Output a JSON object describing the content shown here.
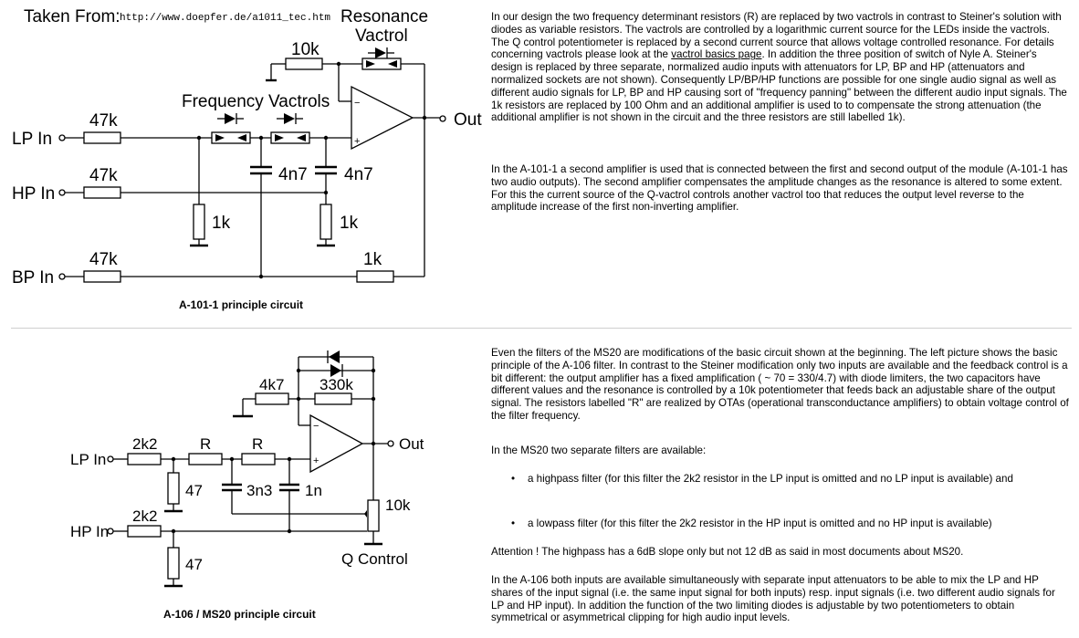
{
  "header": {
    "taken_from_label": "Taken From:",
    "source_url": "http://www.doepfer.de/a1011_tec.htm"
  },
  "diagram1": {
    "caption": "A-101-1 principle circuit",
    "labels": {
      "resonance": "Resonance",
      "vactrol": "Vactrol",
      "frequency_vactrols": "Frequency Vactrols",
      "feedback_resistor": "10k",
      "out": "Out",
      "lp_in": "LP In",
      "hp_in": "HP In",
      "bp_in": "BP In",
      "r_lp": "47k",
      "r_hp": "47k",
      "r_bp": "47k",
      "cap1": "4n7",
      "cap2": "4n7",
      "r_shunt1": "1k",
      "r_shunt2": "1k",
      "r_bp_out": "1k",
      "opamp_minus": "−",
      "opamp_plus": "+"
    }
  },
  "diagram2": {
    "caption": "A-106 / MS20 principle circuit",
    "labels": {
      "r_4k7": "4k7",
      "r_330k": "330k",
      "out": "Out",
      "lp_in": "LP In",
      "hp_in": "HP In",
      "r_2k2_lp": "2k2",
      "r_2k2_hp": "2k2",
      "r_a": "R",
      "r_b": "R",
      "r_47_a": "47",
      "r_47_b": "47",
      "cap_3n3": "3n3",
      "cap_1n": "1n",
      "pot_10k": "10k",
      "q_control": "Q Control",
      "opamp_minus": "−",
      "opamp_plus": "+"
    }
  },
  "text1": {
    "p1_before_link": "In our design the two frequency determinant resistors (R) are replaced by two vactrols in contrast to Steiner's solution with diodes as variable resistors. The vactrols are controlled by a logarithmic current source for the LEDs inside the vactrols. The Q control potentiometer is replaced by a second current source that allows voltage controlled resonance. For details concerning vactrols please look at the ",
    "p1_link": "vactrol basics page",
    "p1_after_link": ". In addition the three position of switch of Nyle A. Steiner's design is replaced by three separate, normalized audio inputs with attenuators for LP, BP and HP (attenuators and normalized sockets are not shown). Consequently LP/BP/HP functions are possible for one single audio signal as well as different audio signals for LP, BP and HP causing sort of \"frequency panning\" between the different audio input signals. The 1k resistors are replaced by 100 Ohm and an additional amplifier is used to to compensate the strong attenuation (the additional amplifier is not shown in the circuit and the three resistors are still labelled 1k).",
    "p2": "In the A-101-1 a second amplifier is used that is connected between the first and second output of the module (A-101-1 has two audio outputs). The second amplifier compensates the amplitude changes as the resonance is altered to some extent. For this the current source of the Q-vactrol controls another vactrol too that reduces the output level reverse to the amplitude increase of the first non-inverting amplifier."
  },
  "text2": {
    "p1": "Even the filters of the MS20 are modifications of the basic circuit shown at the beginning. The left picture shows the basic principle of the A-106 filter. In contrast to the Steiner modification only two inputs are available and the feedback control is a bit different: the output amplifier has a fixed amplification ( ~ 70 = 330/4.7) with diode limiters, the two capacitors have different values and the resonance is controlled by a 10k potentiometer that feeds back an adjustable share of the output signal. The resistors labelled \"R\" are realized by OTAs (operational transconductance amplifiers) to obtain voltage control of the filter frequency.",
    "p2": "In the MS20 two separate filters are available:",
    "bullet_symbol": "•",
    "bullet1": "a highpass filter (for this filter the 2k2 resistor in the LP input is omitted and no LP input is available) and",
    "bullet2": "a lowpass filter (for this filter the 2k2 resistor in the HP input is omitted and no HP input is available)",
    "p3": "Attention ! The highpass has a 6dB slope only but not 12 dB as said in most documents about MS20.",
    "p4": "In the A-106 both inputs are available simultaneously with separate input attenuators to be able to mix the LP and HP shares of the input signal (i.e. the same input signal for both inputs) resp. input signals (i.e. two different audio signals for LP and HP input). In addition the function of the two limiting diodes is adjustable by two potentiometers to obtain symmetrical or asymmetrical clipping for high audio input levels."
  }
}
